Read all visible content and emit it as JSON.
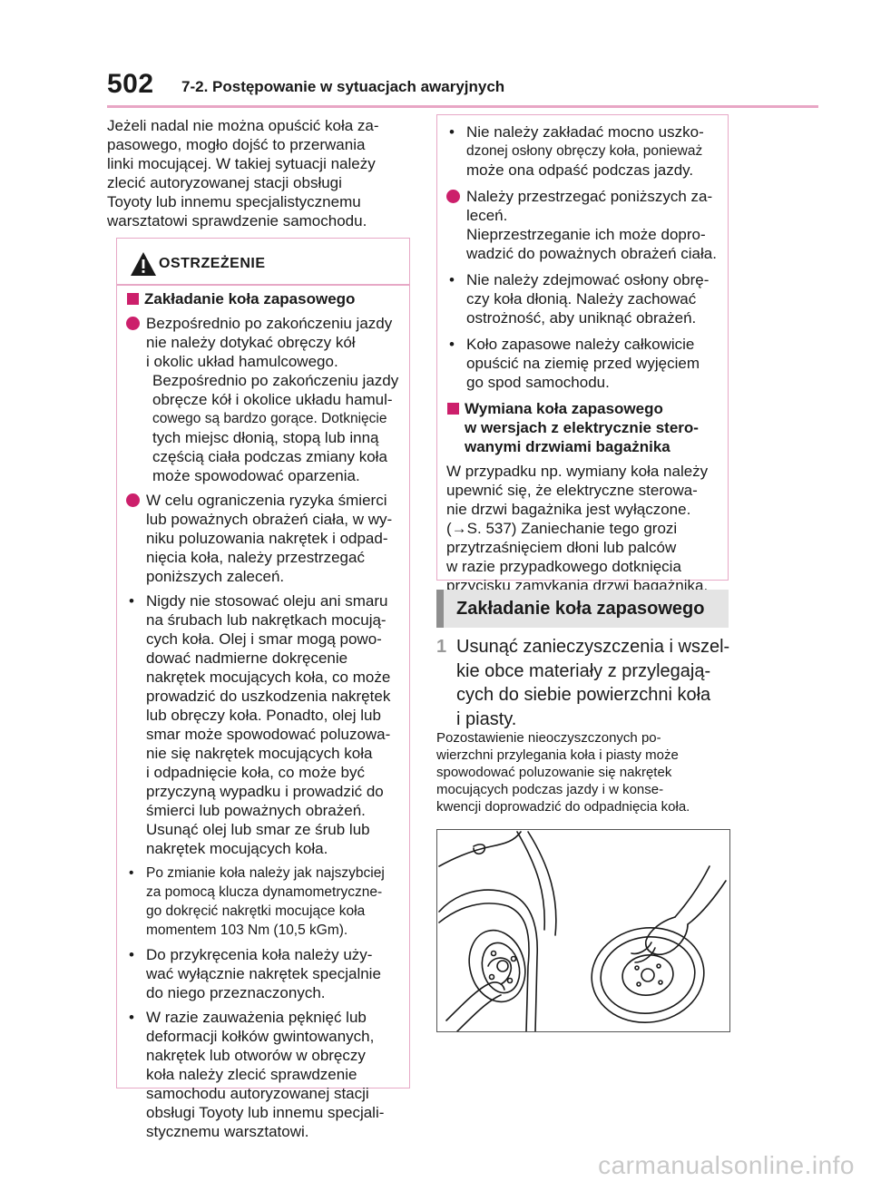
{
  "header": {
    "page_number": "502",
    "section": "7-2. Postępowanie w sytuacjach awaryjnych"
  },
  "intro": [
    "Jeżeli nadal nie można opuścić koła za-",
    "pasowego, mogło dojść to przerwania",
    "linki mocującej. W takiej sytuacji należy",
    "zlecić autoryzowanej stacji obsługi",
    "Toyoty lub innemu specjalistycznemu",
    "warsztatowi sprawdzenie samochodu."
  ],
  "warning": {
    "label": "OSTRZEŻENIE",
    "heading": "Zakładanie koła zapasowego",
    "dot1": [
      "Bezpośrednio po zakończeniu jazdy",
      "nie należy dotykać obręczy kół",
      "i okolic układ hamulcowego."
    ],
    "dot1_cont": [
      "Bezpośrednio po zakończeniu jazdy",
      "obręcze kół i okolice układu hamul-",
      "cowego są bardzo gorące. Dotknięcie",
      "tych miejsc dłonią, stopą lub inną",
      "częścią ciała podczas zmiany koła",
      "może spowodować oparzenia."
    ],
    "dot2": [
      "W celu ograniczenia ryzyka śmierci",
      "lub poważnych obrażeń ciała, w wy-",
      "niku poluzowania nakrętek i odpad-",
      "nięcia koła, należy przestrzegać",
      "poniższych zaleceń."
    ],
    "bullet1": [
      "Nigdy nie stosować oleju ani smaru",
      "na śrubach lub nakrętkach mocują-",
      "cych koła. Olej i smar mogą powo-",
      "dować nadmierne dokręcenie",
      "nakrętek mocujących koła, co może",
      "prowadzić do uszkodzenia nakrętek",
      "lub obręczy koła. Ponadto, olej lub",
      "smar może spowodować poluzowa-",
      "nie się nakrętek mocujących koła",
      "i odpadnięcie koła, co może być",
      "przyczyną wypadku i prowadzić do",
      "śmierci lub poważnych obrażeń.",
      "Usunąć olej lub smar ze śrub lub",
      "nakrętek mocujących koła."
    ],
    "bullet2": [
      "Po zmianie koła należy jak najszybciej",
      "za pomocą klucza dynamometryczne-",
      "go dokręcić nakrętki mocujące koła",
      "momentem 103 Nm (10,5 kGm)."
    ],
    "bullet3": [
      "Do przykręcenia koła należy uży-",
      "wać wyłącznie nakrętek specjalnie",
      "do niego przeznaczonych."
    ],
    "bullet4": [
      "W razie zauważenia pęknięć lub",
      "deformacji kołków gwintowanych,",
      "nakrętek lub otworów w obręczy",
      "koła należy zlecić sprawdzenie",
      "samochodu autoryzowanej stacji",
      "obsługi Toyoty lub innemu specjali-",
      "stycznemu warsztatowi."
    ]
  },
  "warning2": {
    "bullet1": [
      "Nie należy zakładać mocno uszko-",
      "dzonej osłony obręczy koła, ponieważ",
      "może ona odpaść podczas jazdy."
    ],
    "dot1": [
      "Należy przestrzegać poniższych za-",
      "leceń."
    ],
    "dot1_cont": [
      "Nieprzestrzeganie ich może dopro-",
      "wadzić do poważnych obrażeń ciała."
    ],
    "bullet2": [
      "Nie należy zdejmować osłony obrę-",
      "czy koła dłonią. Należy zachować",
      "ostrożność, aby uniknąć obrażeń."
    ],
    "bullet3": [
      "Koło zapasowe należy całkowicie",
      "opuścić na ziemię przed wyjęciem",
      "go spod samochodu."
    ],
    "heading": [
      "Wymiana koła zapasowego",
      "w wersjach z elektrycznie stero-",
      "wanymi drzwiami bagażnika"
    ],
    "para": [
      "W przypadku np. wymiany koła należy",
      "upewnić się, że elektryczne sterowa-",
      "nie drzwi bagażnika jest wyłączone.",
      "(→S. 537) Zaniechanie tego grozi",
      "przytrzaśnięciem dłoni lub palców",
      "w razie przypadkowego dotknięcia",
      "przycisku zamykania drzwi bagażnika."
    ]
  },
  "section_heading": "Zakładanie koła zapasowego",
  "step": {
    "number": "1",
    "lines": [
      "Usunąć zanieczyszczenia i wszel-",
      "kie obce materiały z przylegają-",
      "cych do siebie powierzchni koła",
      "i piasty."
    ]
  },
  "note": [
    "Pozostawienie nieoczyszczonych po-",
    "wierzchni przylegania koła i piasty może",
    "spowodować poluzowanie się nakrętek",
    "mocujących podczas jazdy i w konse-",
    "kwencji doprowadzić do odpadnięcia koła."
  ],
  "footer": "carmanualsonline.info",
  "colors": {
    "accent": "#cc1f6b",
    "rule": "#e8a6c5"
  }
}
